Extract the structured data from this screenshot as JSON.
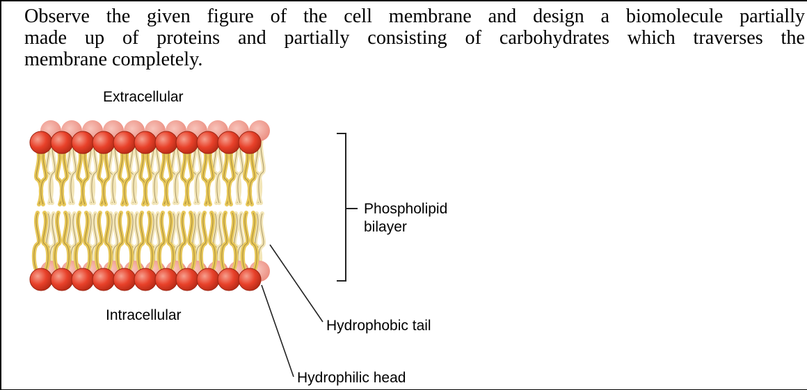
{
  "question": {
    "lines": [
      "Observe the given figure of the cell membrane and design a biomolecule partially",
      "made up of proteins and partially consisting of carbohydrates which traverses the",
      "membrane completely."
    ]
  },
  "figure": {
    "extracellular": "Extracellular",
    "intracellular": "Intracellular",
    "bilayer_line1": "Phospholipid",
    "bilayer_line2": "bilayer",
    "tail_label": "Hydrophobic tail",
    "head_label": "Hydrophilic head",
    "colors": {
      "head": "#e8412a",
      "head_back": "#f2958a",
      "tail": "#e8c85a",
      "tail_back": "#f3e6b8"
    }
  }
}
